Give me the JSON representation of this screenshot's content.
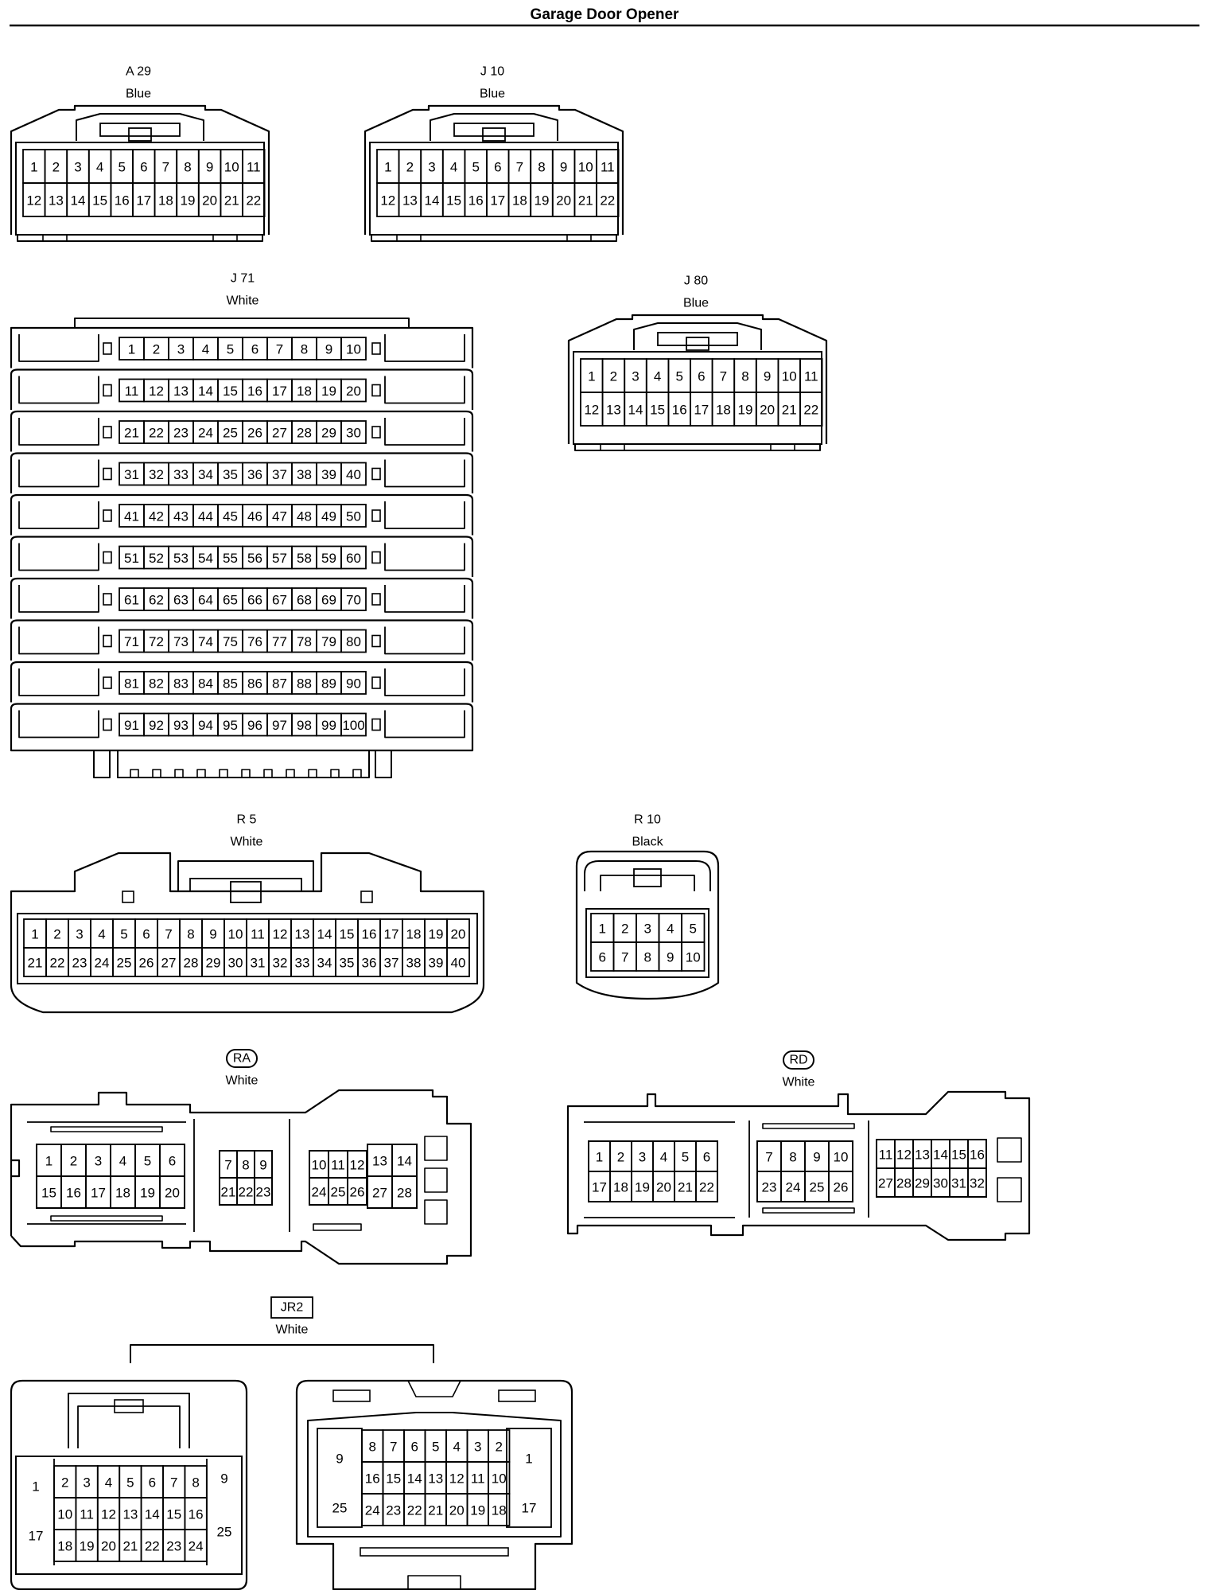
{
  "title": "Garage Door Opener",
  "connectors": {
    "a29": {
      "code": "A 29",
      "color": "Blue",
      "pins": [
        [
          "1",
          "2",
          "3",
          "4",
          "5",
          "6",
          "7",
          "8",
          "9",
          "10",
          "11"
        ],
        [
          "12",
          "13",
          "14",
          "15",
          "16",
          "17",
          "18",
          "19",
          "20",
          "21",
          "22"
        ]
      ]
    },
    "j10": {
      "code": "J 10",
      "color": "Blue",
      "pins": [
        [
          "1",
          "2",
          "3",
          "4",
          "5",
          "6",
          "7",
          "8",
          "9",
          "10",
          "11"
        ],
        [
          "12",
          "13",
          "14",
          "15",
          "16",
          "17",
          "18",
          "19",
          "20",
          "21",
          "22"
        ]
      ]
    },
    "j71": {
      "code": "J 71",
      "color": "White",
      "pins": [
        [
          "1",
          "2",
          "3",
          "4",
          "5",
          "6",
          "7",
          "8",
          "9",
          "10"
        ],
        [
          "11",
          "12",
          "13",
          "14",
          "15",
          "16",
          "17",
          "18",
          "19",
          "20"
        ],
        [
          "21",
          "22",
          "23",
          "24",
          "25",
          "26",
          "27",
          "28",
          "29",
          "30"
        ],
        [
          "31",
          "32",
          "33",
          "34",
          "35",
          "36",
          "37",
          "38",
          "39",
          "40"
        ],
        [
          "41",
          "42",
          "43",
          "44",
          "45",
          "46",
          "47",
          "48",
          "49",
          "50"
        ],
        [
          "51",
          "52",
          "53",
          "54",
          "55",
          "56",
          "57",
          "58",
          "59",
          "60"
        ],
        [
          "61",
          "62",
          "63",
          "64",
          "65",
          "66",
          "67",
          "68",
          "69",
          "70"
        ],
        [
          "71",
          "72",
          "73",
          "74",
          "75",
          "76",
          "77",
          "78",
          "79",
          "80"
        ],
        [
          "81",
          "82",
          "83",
          "84",
          "85",
          "86",
          "87",
          "88",
          "89",
          "90"
        ],
        [
          "91",
          "92",
          "93",
          "94",
          "95",
          "96",
          "97",
          "98",
          "99",
          "100"
        ]
      ]
    },
    "j80": {
      "code": "J 80",
      "color": "Blue",
      "pins": [
        [
          "1",
          "2",
          "3",
          "4",
          "5",
          "6",
          "7",
          "8",
          "9",
          "10",
          "11"
        ],
        [
          "12",
          "13",
          "14",
          "15",
          "16",
          "17",
          "18",
          "19",
          "20",
          "21",
          "22"
        ]
      ]
    },
    "r5": {
      "code": "R 5",
      "color": "White",
      "pins": [
        [
          "1",
          "2",
          "3",
          "4",
          "5",
          "6",
          "7",
          "8",
          "9",
          "10",
          "11",
          "12",
          "13",
          "14",
          "15",
          "16",
          "17",
          "18",
          "19",
          "20"
        ],
        [
          "21",
          "22",
          "23",
          "24",
          "25",
          "26",
          "27",
          "28",
          "29",
          "30",
          "31",
          "32",
          "33",
          "34",
          "35",
          "36",
          "37",
          "38",
          "39",
          "40"
        ]
      ]
    },
    "r10": {
      "code": "R 10",
      "color": "Black",
      "pins": [
        [
          "1",
          "2",
          "3",
          "4",
          "5"
        ],
        [
          "6",
          "7",
          "8",
          "9",
          "10"
        ]
      ]
    },
    "ra": {
      "code": "RA",
      "color": "White",
      "groups": [
        [
          [
            "1",
            "2",
            "3",
            "4",
            "5",
            "6"
          ],
          [
            "15",
            "16",
            "17",
            "18",
            "19",
            "20"
          ]
        ],
        [
          [
            "7",
            "8",
            "9"
          ],
          [
            "21",
            "22",
            "23"
          ]
        ],
        [
          [
            "10",
            "11",
            "12"
          ],
          [
            "24",
            "25",
            "26"
          ]
        ],
        [
          [
            "13",
            "14"
          ],
          [
            "27",
            "28"
          ]
        ]
      ]
    },
    "rd": {
      "code": "RD",
      "color": "White",
      "groups": [
        [
          [
            "1",
            "2",
            "3",
            "4",
            "5",
            "6"
          ],
          [
            "17",
            "18",
            "19",
            "20",
            "21",
            "22"
          ]
        ],
        [
          [
            "7",
            "8",
            "9",
            "10"
          ],
          [
            "23",
            "24",
            "25",
            "26"
          ]
        ],
        [
          [
            "11",
            "12",
            "13",
            "14",
            "15",
            "16"
          ],
          [
            "27",
            "28",
            "29",
            "30",
            "31",
            "32"
          ]
        ]
      ]
    },
    "jr2": {
      "code": "JR2",
      "color": "White",
      "left": {
        "rows": [
          [
            "2",
            "3",
            "4",
            "5",
            "6",
            "7",
            "8"
          ],
          [
            "10",
            "11",
            "12",
            "13",
            "14",
            "15",
            "16"
          ],
          [
            "18",
            "19",
            "20",
            "21",
            "22",
            "23",
            "24"
          ]
        ],
        "left_col": [
          "1",
          "17"
        ],
        "right_col": [
          "9",
          "25"
        ]
      },
      "right": {
        "rows": [
          [
            "8",
            "7",
            "6",
            "5",
            "4",
            "3",
            "2"
          ],
          [
            "16",
            "15",
            "14",
            "13",
            "12",
            "11",
            "10"
          ],
          [
            "24",
            "23",
            "22",
            "21",
            "20",
            "19",
            "18"
          ]
        ],
        "left_col": [
          "9",
          "25"
        ],
        "right_col": [
          "1",
          "17"
        ]
      }
    }
  }
}
